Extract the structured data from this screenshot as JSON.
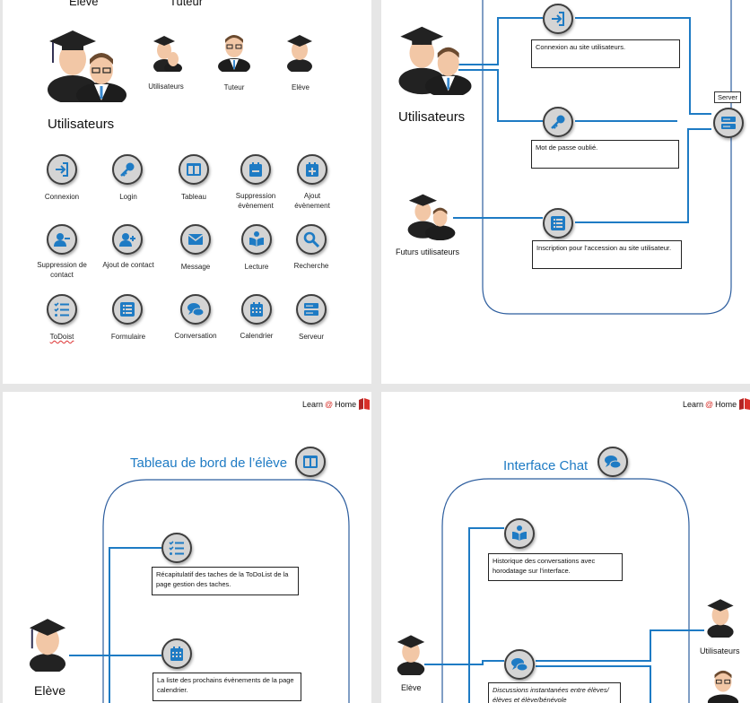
{
  "page1": {
    "top_labels": [
      "Elève",
      "Tuteur"
    ],
    "users_title": "Utilisateurs",
    "small_figures": [
      "Utilisateurs",
      "Tuteur",
      "Elève"
    ],
    "icons": [
      {
        "label": "Connexion",
        "icon": "sign-in-icon"
      },
      {
        "label": "Login",
        "icon": "key-icon"
      },
      {
        "label": "Tableau",
        "icon": "columns-icon"
      },
      {
        "label": "Suppression évènement",
        "icon": "calendar-minus-icon"
      },
      {
        "label": "Ajout évènement",
        "icon": "calendar-plus-icon"
      },
      {
        "label": "Suppression de contact",
        "icon": "user-minus-icon"
      },
      {
        "label": "Ajout de contact",
        "icon": "user-plus-icon"
      },
      {
        "label": "Message",
        "icon": "envelope-icon"
      },
      {
        "label": "Lecture",
        "icon": "book-reader-icon"
      },
      {
        "label": "Recherche",
        "icon": "search-icon"
      },
      {
        "label": "ToDoist",
        "icon": "checklist-icon"
      },
      {
        "label": "Formulaire",
        "icon": "list-icon"
      },
      {
        "label": "Conversation",
        "icon": "chat-icon"
      },
      {
        "label": "Calendrier",
        "icon": "calendar-icon"
      },
      {
        "label": "Serveur",
        "icon": "server-icon"
      }
    ]
  },
  "page2": {
    "users_label": "Utilisateurs",
    "future_users_label": "Futurs utilisateurs",
    "server_label": "Server",
    "boxes": [
      "Connexion  au site utilisateurs.",
      "Mot de passe oublié.",
      "Inscription  pour  l’accession au site utilisateur."
    ]
  },
  "page3": {
    "logo_text": "Learn",
    "logo_at": "@",
    "logo_home": "Home",
    "title": "Tableau de bord de l’élève",
    "student_label": "Elève",
    "boxes": [
      "Récapitulatif des taches de la ToDoList de la page gestion des taches.",
      "La liste des prochains évènements de la page calendrier."
    ]
  },
  "page4": {
    "logo_text": "Learn",
    "logo_at": "@",
    "logo_home": "Home",
    "title": "Interface Chat",
    "student_label": "Elève",
    "users_label": "Utilisateurs",
    "boxes": [
      "Historique  des  conversations  avec horodatage sur l’interface.",
      "Discussions  instantanées entre élèves/élèves et élève/bénévole"
    ]
  },
  "colors": {
    "line_blue": "#1e7bc4",
    "frame_blue": "#2c5d9e",
    "icon_fill": "#d4d4d4"
  }
}
